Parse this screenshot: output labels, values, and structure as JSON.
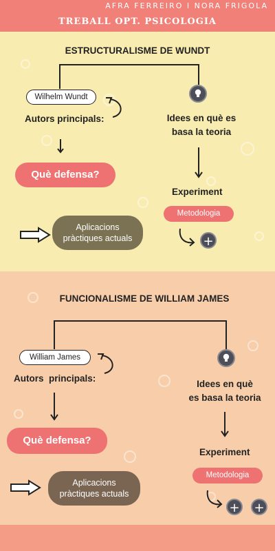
{
  "header": {
    "authors": "AFRA FERREIRO I NORA FRIGOLA",
    "work_title": "TREBALL OPT. PSICOLOGIA"
  },
  "section1": {
    "title": "ESTRUCTURALISME DE WUNDT",
    "author_name": "Wilhelm Wundt",
    "authors_label": "Autors principals:",
    "ideas_label_line1": "Idees en què es",
    "ideas_label_line2": "basa la teoria",
    "defends_button": "Què defensa?",
    "experiment_label": "Experiment",
    "methodology_button": "Metodologia",
    "applications_line1": "Aplicacions",
    "applications_line2": "pràctiques actuals"
  },
  "section2": {
    "title": "FUNCIONALISME DE WILLIAM JAMES",
    "author_name": "William James",
    "authors_label": "Autors  principals:",
    "ideas_label_line1": "Idees en què",
    "ideas_label_line2": "es basa la teoria",
    "defends_button": "Què defensa?",
    "experiment_label": "Experiment",
    "methodology_button": "Metodologia",
    "applications_line1": "Aplicacions",
    "applications_line2": "pràctiques actuals"
  },
  "icons": {
    "ideas": "lightbulb-icon",
    "plus": "plus-icon",
    "arrow": "arrow-right-icon",
    "curved": "curved-arrow-icon"
  },
  "colors": {
    "header": "#f08078",
    "section1_bg": "#f9ecb0",
    "section2_bg": "#f8ceaa",
    "footer": "#f59c86",
    "red_pill": "#ee7272",
    "olive_pill": "#7a7252",
    "brown_pill": "#7a6452"
  }
}
